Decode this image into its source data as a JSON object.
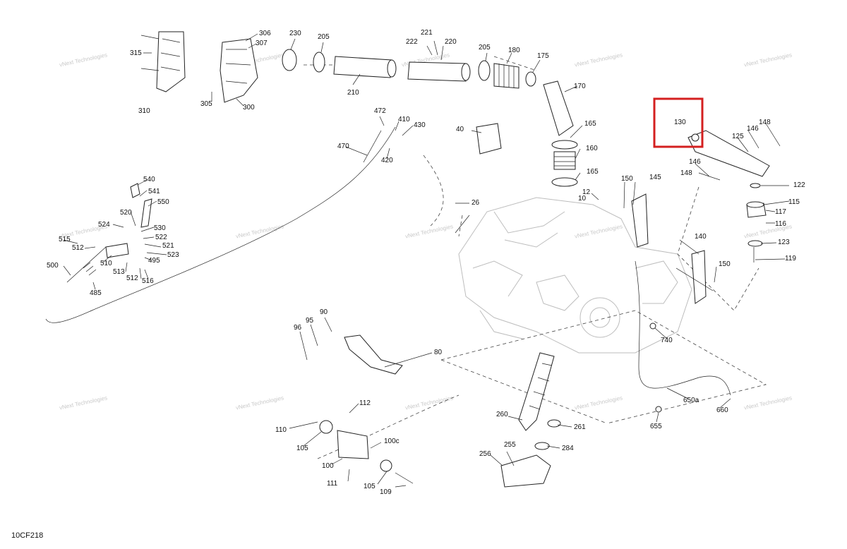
{
  "diagram": {
    "id_code": "10CF218",
    "highlighted_part": "130",
    "watermark_text": "vNext Technologies",
    "watermark_color": "#c9c9c9",
    "highlight_color": "#d42020",
    "labels": [
      "10",
      "12",
      "26",
      "40",
      "80",
      "90",
      "95",
      "96",
      "100",
      "100c",
      "105",
      "105",
      "109",
      "110",
      "111",
      "112",
      "115",
      "116",
      "117",
      "119",
      "122",
      "123",
      "125",
      "130",
      "140",
      "145",
      "146",
      "146",
      "148",
      "148",
      "150",
      "150",
      "160",
      "165",
      "165",
      "170",
      "175",
      "180",
      "205",
      "205",
      "210",
      "220",
      "221",
      "222",
      "230",
      "255",
      "256",
      "260",
      "261",
      "284",
      "300",
      "305",
      "306",
      "307",
      "310",
      "315",
      "410",
      "420",
      "430",
      "470",
      "472",
      "485",
      "495",
      "500",
      "510",
      "512",
      "512",
      "513",
      "515",
      "516",
      "520",
      "521",
      "522",
      "523",
      "524",
      "530",
      "540",
      "541",
      "550",
      "650a",
      "655",
      "660",
      "740"
    ]
  }
}
